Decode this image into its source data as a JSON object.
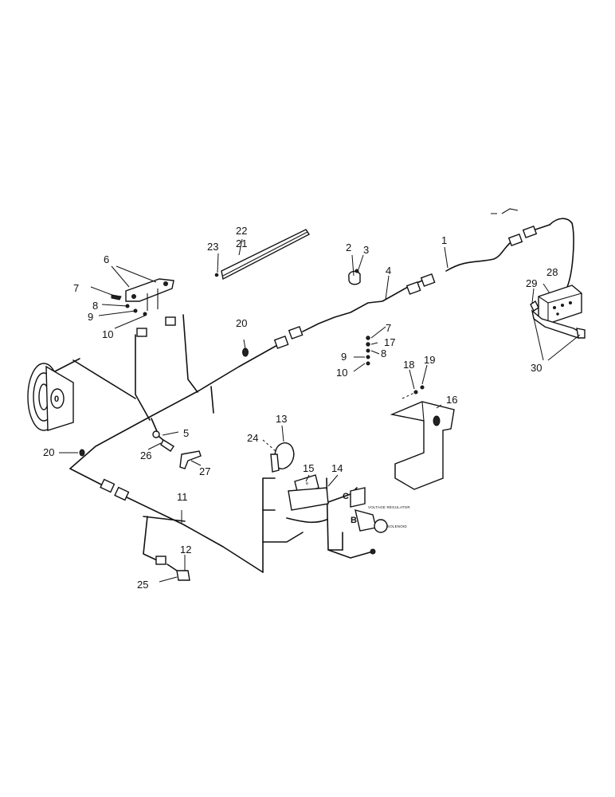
{
  "diagram": {
    "callouts": [
      "1",
      "2",
      "3",
      "4",
      "5",
      "6",
      "7",
      "8",
      "9",
      "10",
      "11",
      "12",
      "13",
      "14",
      "15",
      "16",
      "17",
      "18",
      "19",
      "20",
      "21",
      "22",
      "23",
      "24",
      "25",
      "26",
      "27",
      "28",
      "29",
      "30"
    ],
    "labels": {
      "n1": "1",
      "n2": "2",
      "n3": "3",
      "n4": "4",
      "n5": "5",
      "n6": "6",
      "n7a": "7",
      "n7b": "7",
      "n8a": "8",
      "n8b": "8",
      "n9a": "9",
      "n9b": "9",
      "n10a": "10",
      "n10b": "10",
      "n11": "11",
      "n12": "12",
      "n13": "13",
      "n14": "14",
      "n15": "15",
      "n16": "16",
      "n17": "17",
      "n18": "18",
      "n19": "19",
      "n20a": "20",
      "n20b": "20",
      "n21": "21",
      "n22": "22",
      "n23": "23",
      "n24": "24",
      "n25": "25",
      "n26": "26",
      "n27": "27",
      "n28": "28",
      "n29": "29",
      "n30": "30"
    },
    "annotations": {
      "terminal_c": "C",
      "terminal_b": "B",
      "voltage_regulator": "VOLTAGE REGULATOR",
      "solenoid": "SOLENOID"
    }
  }
}
